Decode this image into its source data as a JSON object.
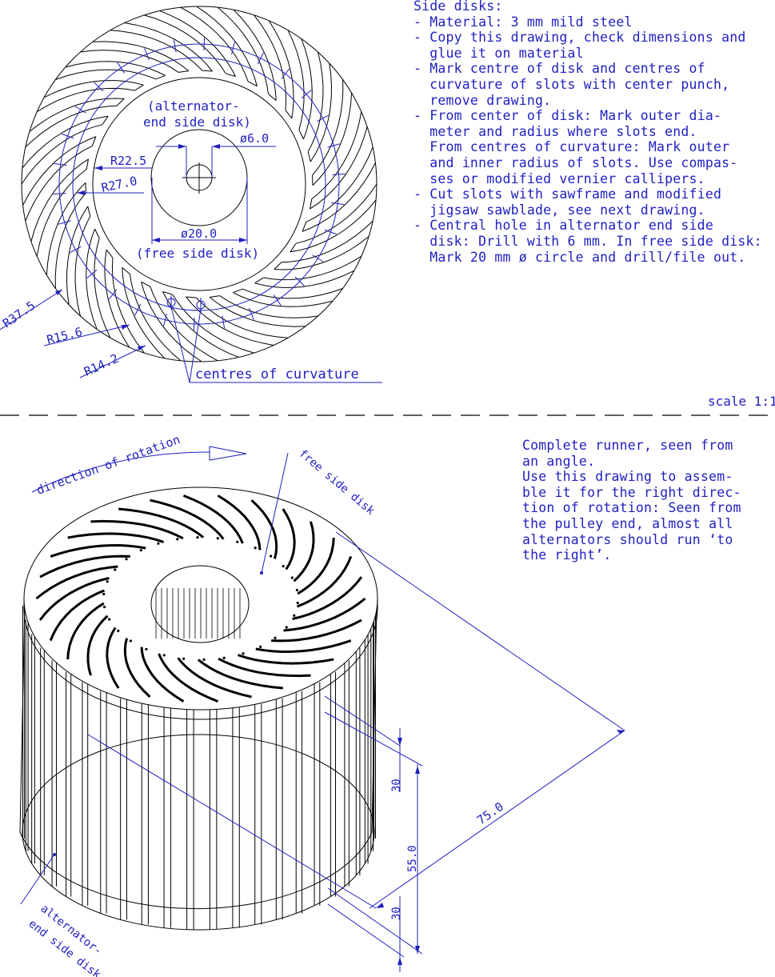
{
  "side_disks_notes": [
    "Side disks:",
    "- Material: 3 mm mild steel",
    "- Copy this drawing, check dimensions and",
    "  glue it on material",
    "- Mark centre of disk and centres of",
    "  curvature of slots with center punch,",
    "  remove drawing.",
    "- From center of disk: Mark outer dia-",
    "  meter and radius where slots end.",
    "  From centres of curvature: Mark outer",
    "  and inner radius of slots. Use compas-",
    "  ses or modified vernier callipers.",
    "- Cut slots with sawframe and modified",
    "  jigsaw sawblade, see next drawing.",
    "- Central hole in alternator end side",
    "  disk: Drill with 6 mm. In free side disk:",
    "  Mark 20 mm ø circle and drill/file out."
  ],
  "runner_notes": [
    "Complete runner, seen from",
    "an angle.",
    "Use this drawing to assem-",
    "ble it for the right direc-",
    "tion of rotation: Seen from",
    "the pulley end, almost all",
    "alternators should run ‘to",
    "the right’."
  ],
  "top_drawing": {
    "label_alt_1": "(alternator-",
    "label_alt_2": "end side disk)",
    "label_free": "(free side disk)",
    "dim_hole_small": "ø6.0",
    "dim_hole_big": "ø20.0",
    "dim_r22": "R22.5",
    "dim_r27": "R27.0",
    "dim_r37": "R37.5",
    "dim_r15": "R15.6",
    "dim_r14": "R14.2",
    "centres_label": "centres of curvature",
    "slot_count": 30
  },
  "scale_label": "scale 1:1",
  "bottom_drawing": {
    "direction_label": "direction of rotation",
    "free_side_label": "free side disk",
    "alt_label_1": "alternator-",
    "alt_label_2": "end side disk",
    "dim_30_top": "30",
    "dim_55": "55.0",
    "dim_30_bottom": "30",
    "dim_75": "75.0"
  },
  "colors": {
    "annotation": "#1f1fbf",
    "line": "#000000"
  }
}
